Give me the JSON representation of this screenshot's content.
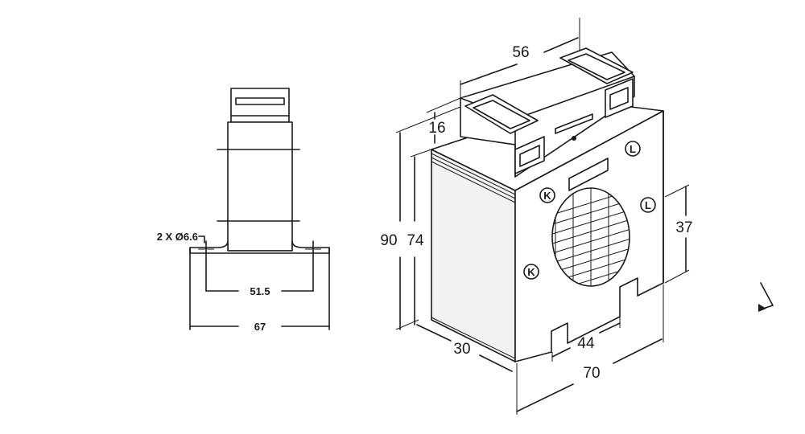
{
  "side_view": {
    "hole_note": "2 X Ø6.6",
    "dim_inner": "51.5",
    "dim_outer": "67"
  },
  "iso_view": {
    "dim_top_width": "56",
    "dim_terminal_height": "16",
    "dim_overall_height": "90",
    "dim_body_height": "74",
    "dim_window": "37",
    "dim_depth": "30",
    "dim_slot_spacing": "44",
    "dim_width": "70",
    "terminals": [
      "K",
      "L",
      "K",
      "L"
    ]
  }
}
